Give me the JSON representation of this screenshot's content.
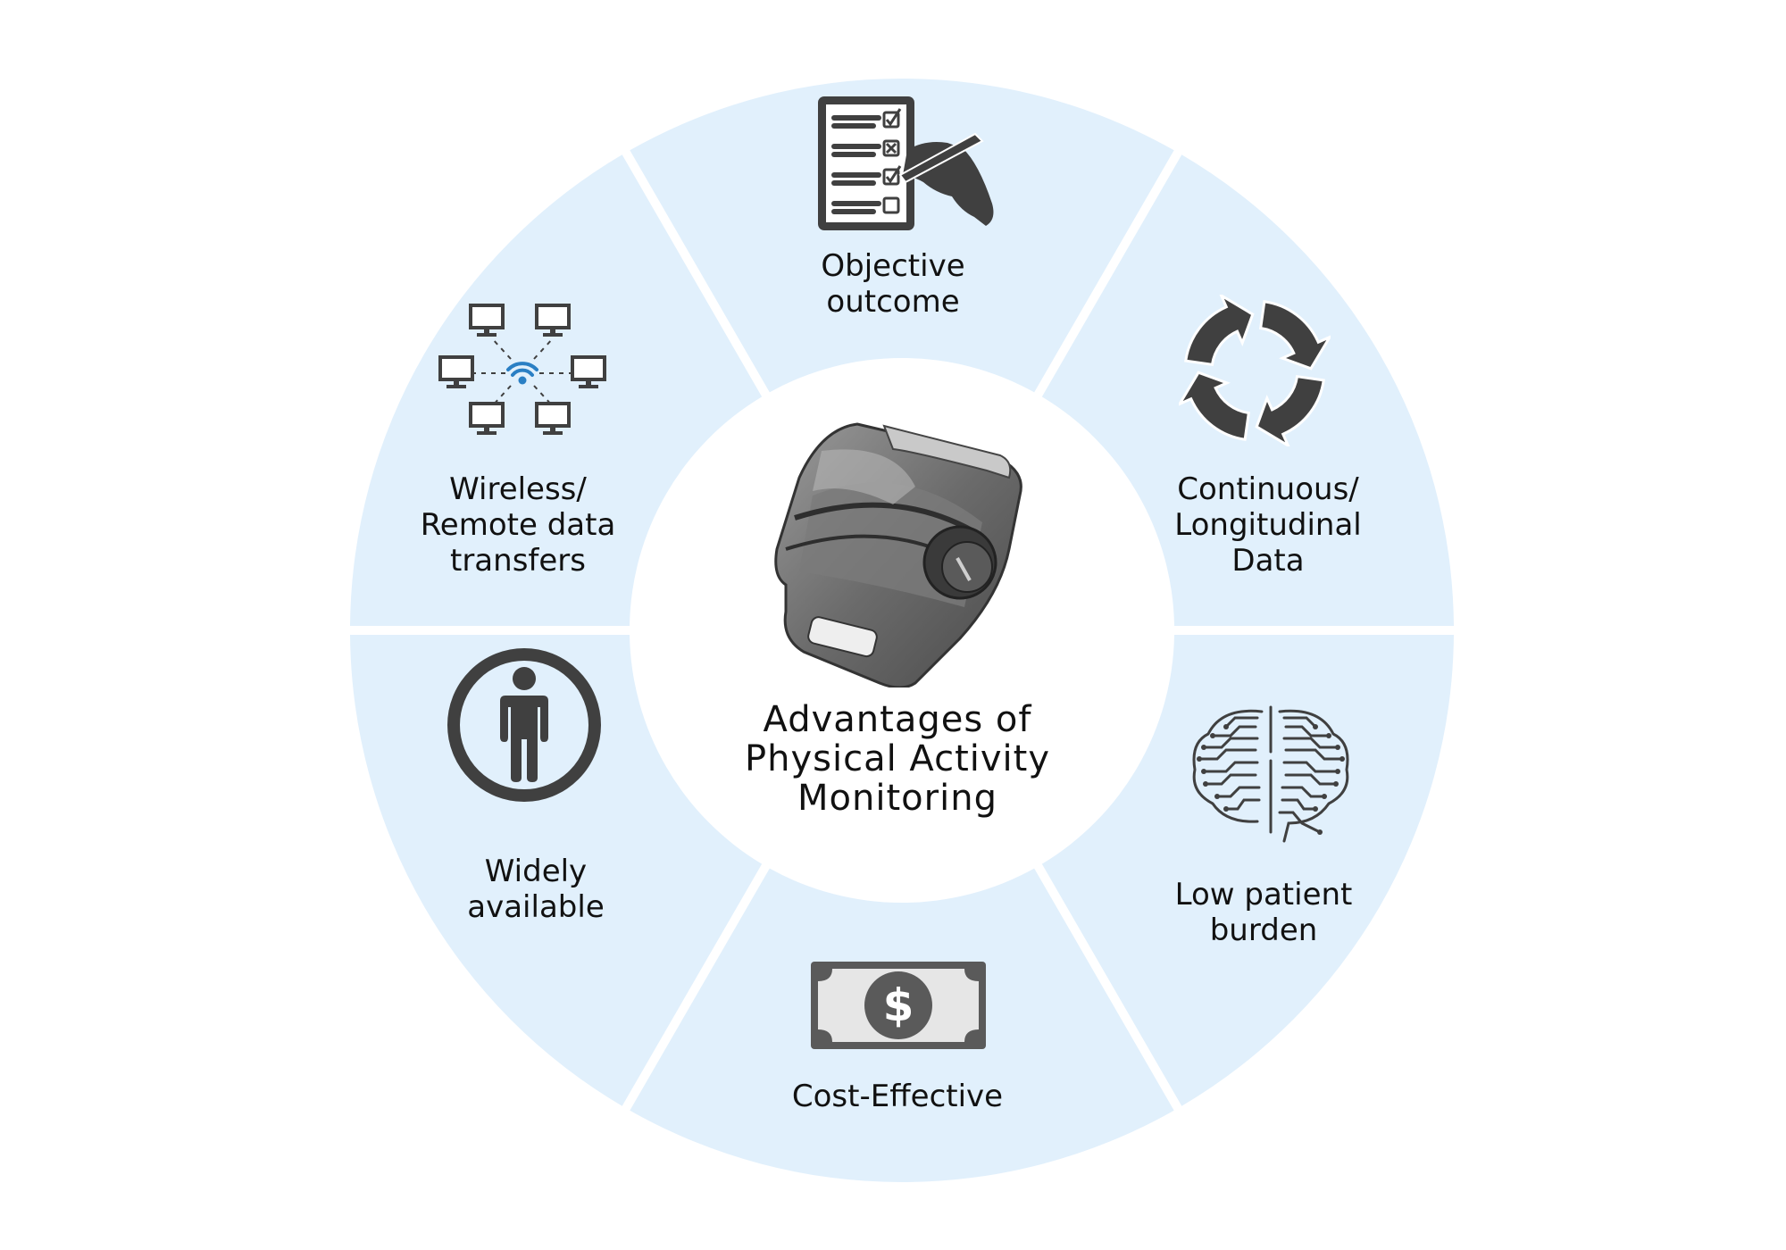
{
  "diagram": {
    "center_title_lines": [
      "Advantages of",
      "Physical Activity",
      "Monitoring"
    ],
    "colors": {
      "segment_fill": "#e1f0fc",
      "icon_dark": "#404040",
      "icon_accent": "#2a7fc4",
      "text": "#111111"
    },
    "segments": [
      {
        "key": "objective",
        "label_lines": [
          "Objective",
          "outcome"
        ],
        "icon": "checklist-hand-icon"
      },
      {
        "key": "continuous",
        "label_lines": [
          "Continuous/",
          "Longitudinal",
          "Data"
        ],
        "icon": "cycle-arrows-icon"
      },
      {
        "key": "burden",
        "label_lines": [
          "Low patient",
          "burden"
        ],
        "icon": "circuit-brain-icon"
      },
      {
        "key": "cost",
        "label_lines": [
          "Cost-Effective"
        ],
        "icon": "dollar-bill-icon"
      },
      {
        "key": "available",
        "label_lines": [
          "Widely",
          "available"
        ],
        "icon": "person-circle-icon"
      },
      {
        "key": "wireless",
        "label_lines": [
          "Wireless/",
          "Remote data",
          "transfers"
        ],
        "icon": "wireless-network-icon"
      }
    ],
    "center_icon": "activity-monitor-device-icon"
  }
}
